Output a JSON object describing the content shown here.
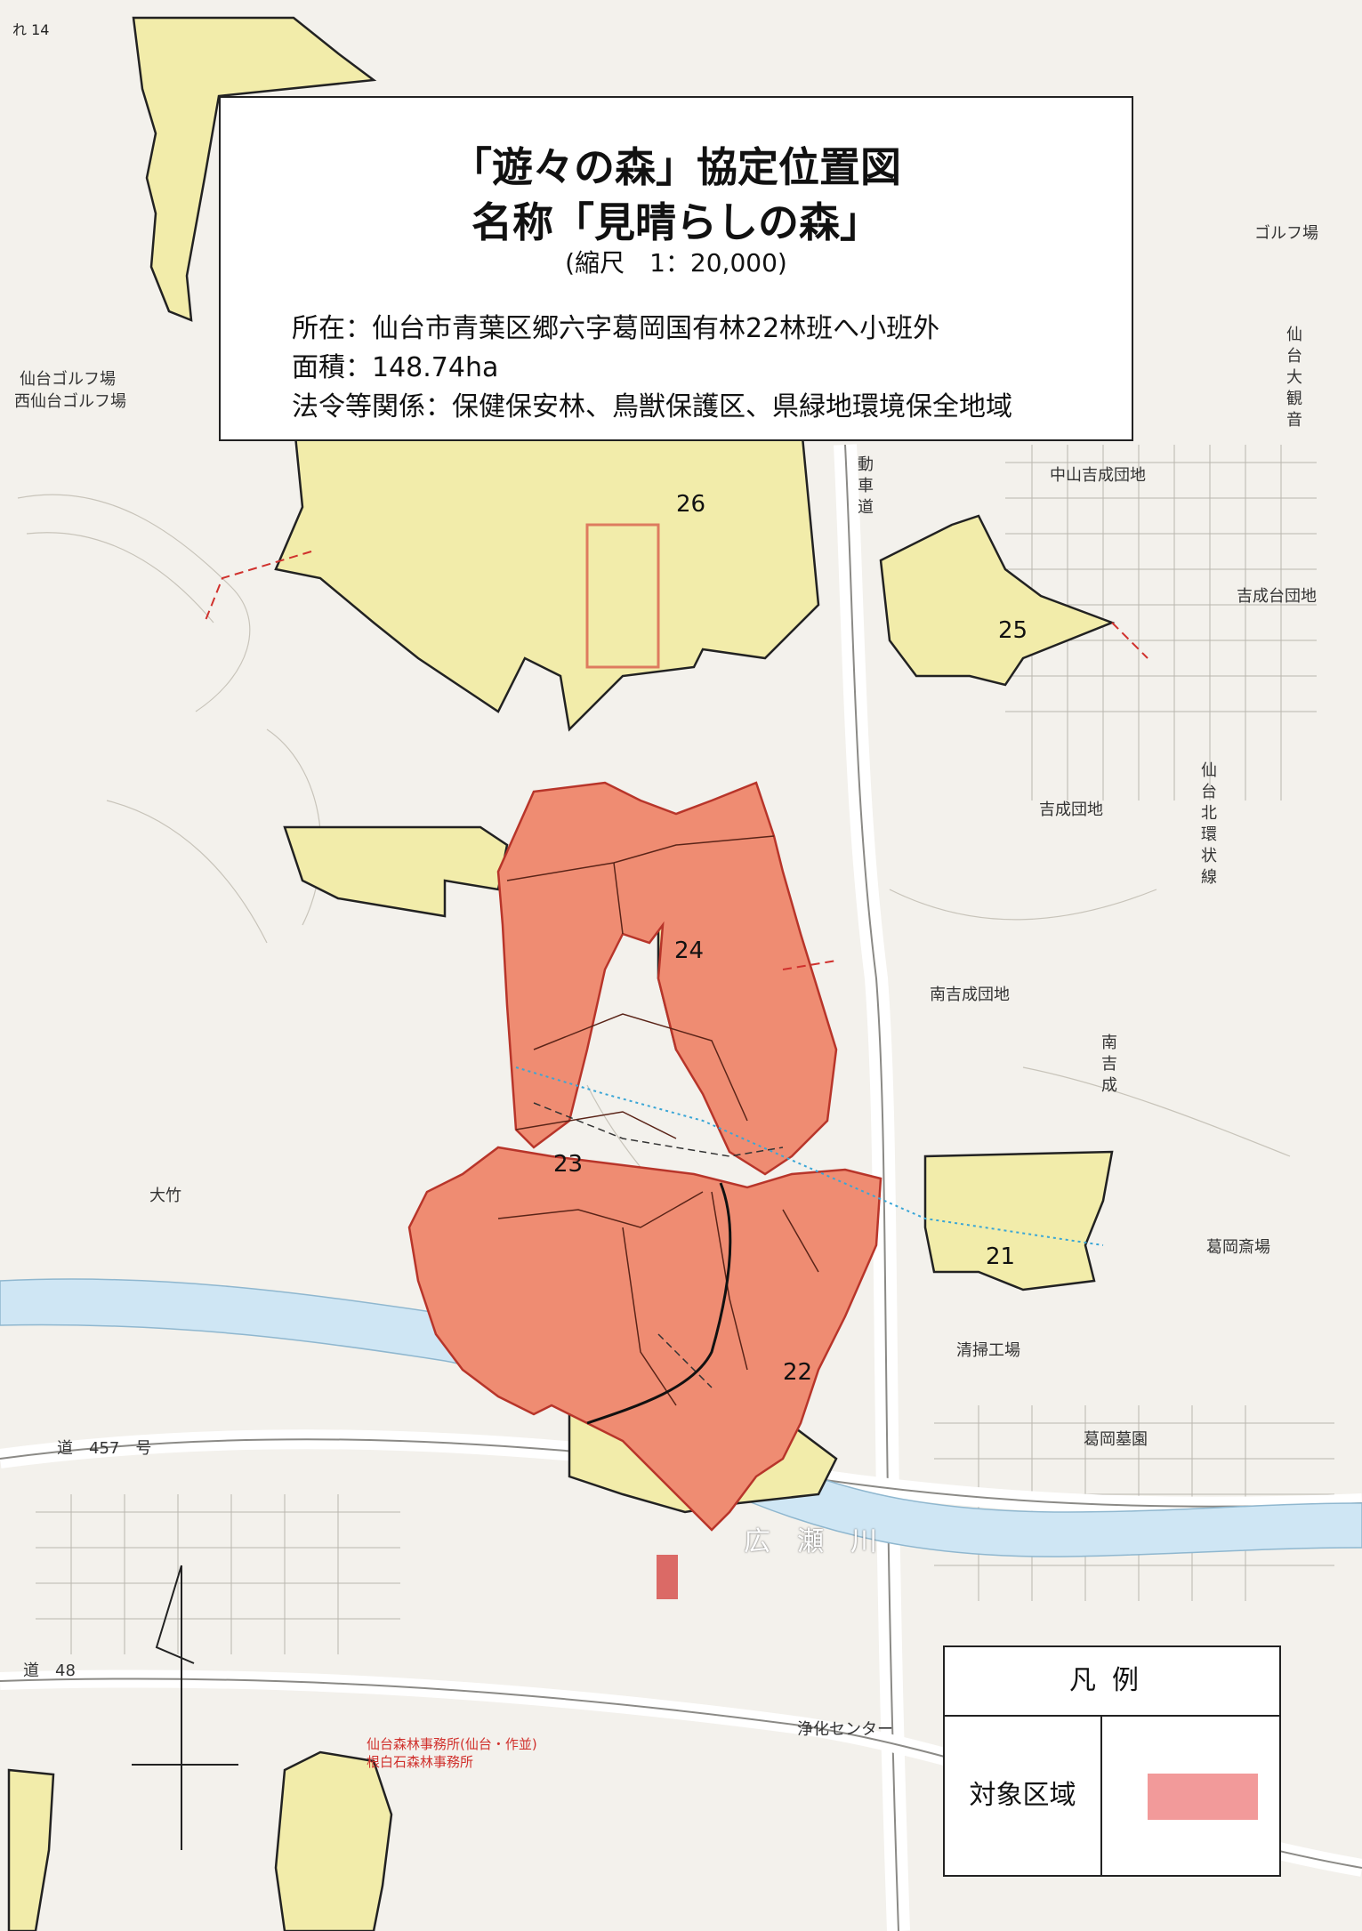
{
  "colors": {
    "target_area": "#ef8c72",
    "target_outline": "#b8352a",
    "forest_other": "#f2ecaa",
    "forest_outline": "#222222",
    "river": "#cfe6f4",
    "red_text": "#d0312d",
    "legend_swatch": "#f29a9a"
  },
  "icons": [
    "north-arrow-icon",
    "forest-compartment-icon"
  ],
  "title_box": {
    "title_line1": "「遊々の森」協定位置図",
    "title_line2": "名称「見晴らしの森」",
    "scale": "(縮尺　1：20,000)",
    "location": "所在：仙台市青葉区郷六字葛岡国有林22林班へ小班外",
    "area": "面積：148.74ha",
    "laws": "法令等関係：保健保安林、鳥獣保護区、県緑地環境保全地域"
  },
  "legend": {
    "title": "凡例",
    "item_label": "対象区域"
  },
  "map": {
    "compartments": [
      "21",
      "22",
      "23",
      "24",
      "25",
      "26"
    ],
    "place_names": {
      "nakayama": "中山吉成団地",
      "yoshinaridai": "吉成台団地",
      "yoshinari": "吉成団地",
      "minami_yoshinari": "南吉成団地",
      "kuzuoka_saijo": "葛岡斎場",
      "seisou_kojo": "清掃工場",
      "kuzuoka_bochi": "葛岡墓園",
      "jouka_center": "浄化センター",
      "ootake": "大竹",
      "nishisendai_golf": "西仙台ゴルフ場",
      "sendai_golf": "仙台ゴルフ場",
      "golf_right": "ゴルフ場",
      "sendai_daikannon": "仙台大観音",
      "tokorona": "南吉成"
    },
    "vertical_labels": {
      "north_loop": "仙台北環状線",
      "road_east": "動車道"
    },
    "roads": {
      "route457": "道　457　号",
      "route48": "道　48",
      "river": "広瀬川"
    },
    "offices": {
      "office1": "仙台森林事務所(仙台・作並)",
      "office2": "根白石森林事務所"
    },
    "misc": {
      "corner_label": "れ 14"
    }
  }
}
